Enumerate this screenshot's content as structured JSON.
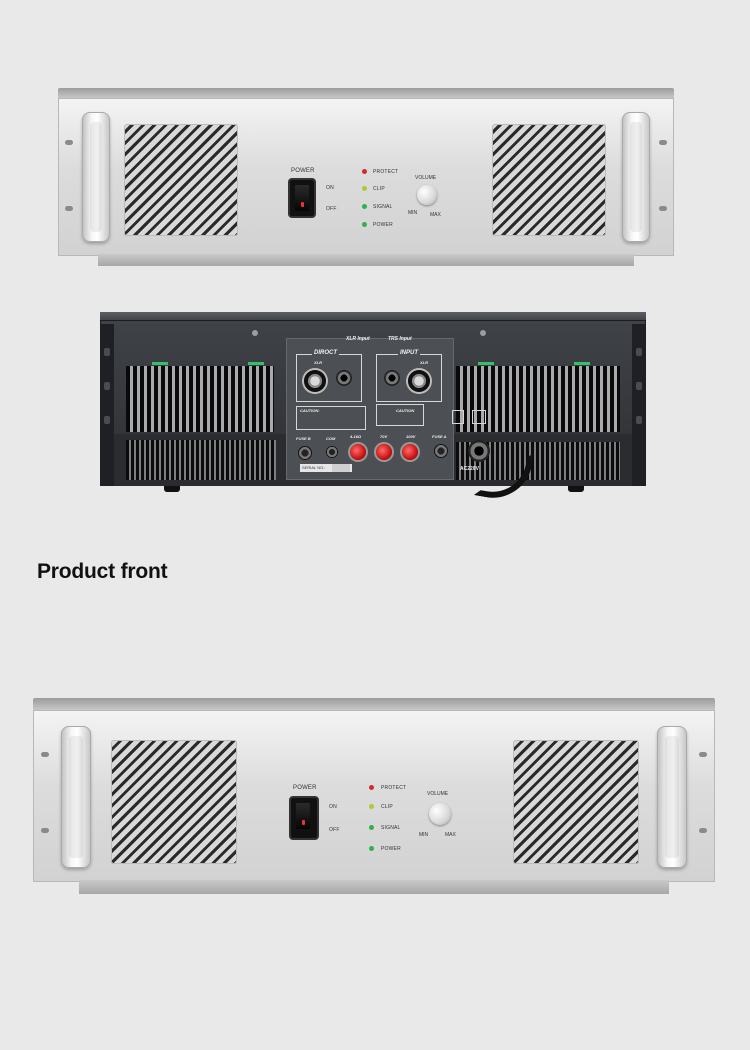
{
  "caption": "Product front",
  "colors": {
    "background": "#e9e9e9",
    "led_protect": "#d42a2a",
    "led_clip": "#b5c630",
    "led_signal": "#2bb24c",
    "led_power": "#2bb24c",
    "binding_post": "#c81414"
  },
  "front_panel_top": {
    "power_label": "POWER",
    "on_label": "ON",
    "off_label": "OFF",
    "indicators": [
      "PROTECT",
      "CLIP",
      "SIGNAL",
      "POWER"
    ],
    "volume_label": "VOLUME",
    "min_label": "MIN",
    "max_label": "MAX"
  },
  "rear_panel": {
    "xlr_input_label": "XLR Input",
    "trs_input_label": "TRS Input",
    "direct_label": "DIROCT",
    "direct_xlr": "XLR",
    "input_label": "INPUT",
    "input_xlr": "XLR",
    "caution_left": "CAUTION:",
    "caution_right": "CAUTION",
    "fuse_b": "FUSE B",
    "com": "COM",
    "tap_1": "4-16Ω",
    "tap_2": "70V",
    "tap_3": "100V",
    "fuse_a": "FUSE A",
    "serial_label": "SERIAL NO.:",
    "ac_label": "AC220V"
  },
  "front_panel_bottom": {
    "power_label": "POWER",
    "on_label": "ON",
    "off_label": "OFF",
    "indicators": [
      "PROTECT",
      "CLIP",
      "SIGNAL",
      "POWER"
    ],
    "volume_label": "VOLUME",
    "min_label": "MIN",
    "max_label": "MAX"
  }
}
